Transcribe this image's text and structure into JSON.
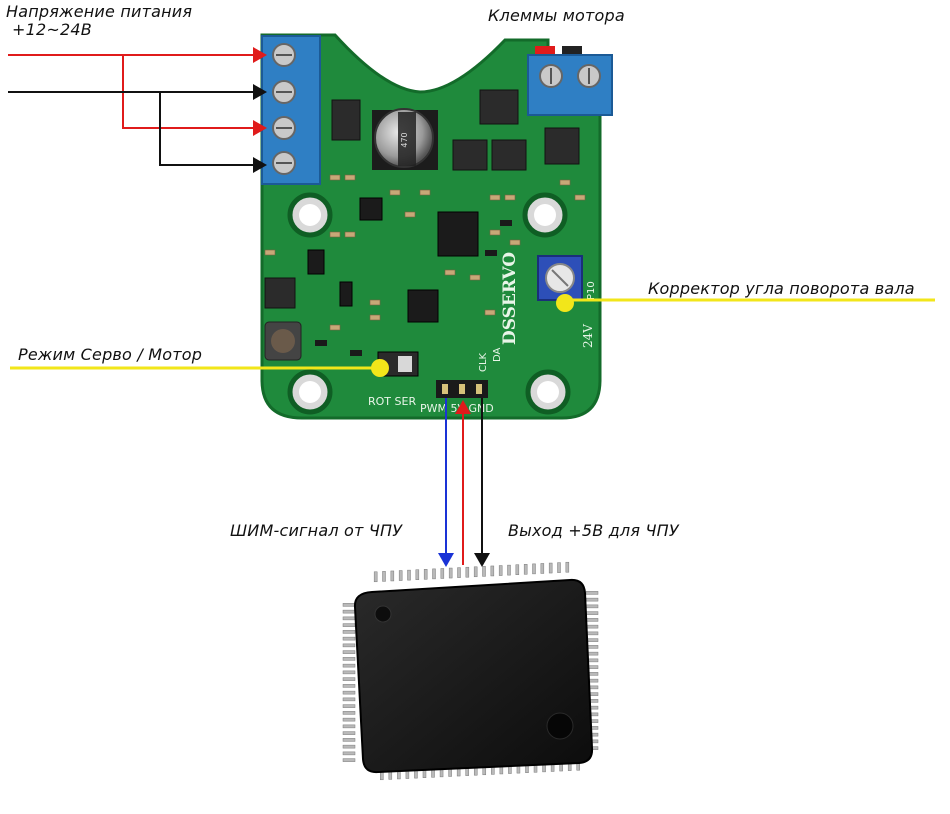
{
  "labels": {
    "supply_title": "Напряжение питания",
    "supply_value": "+12~24В",
    "motor_terminals": "Клеммы мотора",
    "angle_corrector": "Корректор угла поворота вала",
    "mode_switch": "Режим Серво / Мотор",
    "pwm_signal": "ШИМ-сигнал от ЧПУ",
    "output_5v": "Выход +5В для ЧПУ"
  },
  "board": {
    "silk_name": "DSSERVO",
    "silk_24v": "24V",
    "silk_mode": "ROT SER",
    "silk_pins": "PWM 5V GND",
    "silk_da": "DA",
    "silk_clk": "CLK",
    "silk_p10": "P10",
    "cap_label": "470"
  },
  "colors": {
    "pcb": "#1f8a3c",
    "pcb_dark": "#136b2a",
    "terminal": "#2f7fc4",
    "wire_red": "#e01b1b",
    "wire_black": "#111111",
    "wire_blue": "#1a33d6",
    "pointer_yellow": "#f2e61a"
  }
}
